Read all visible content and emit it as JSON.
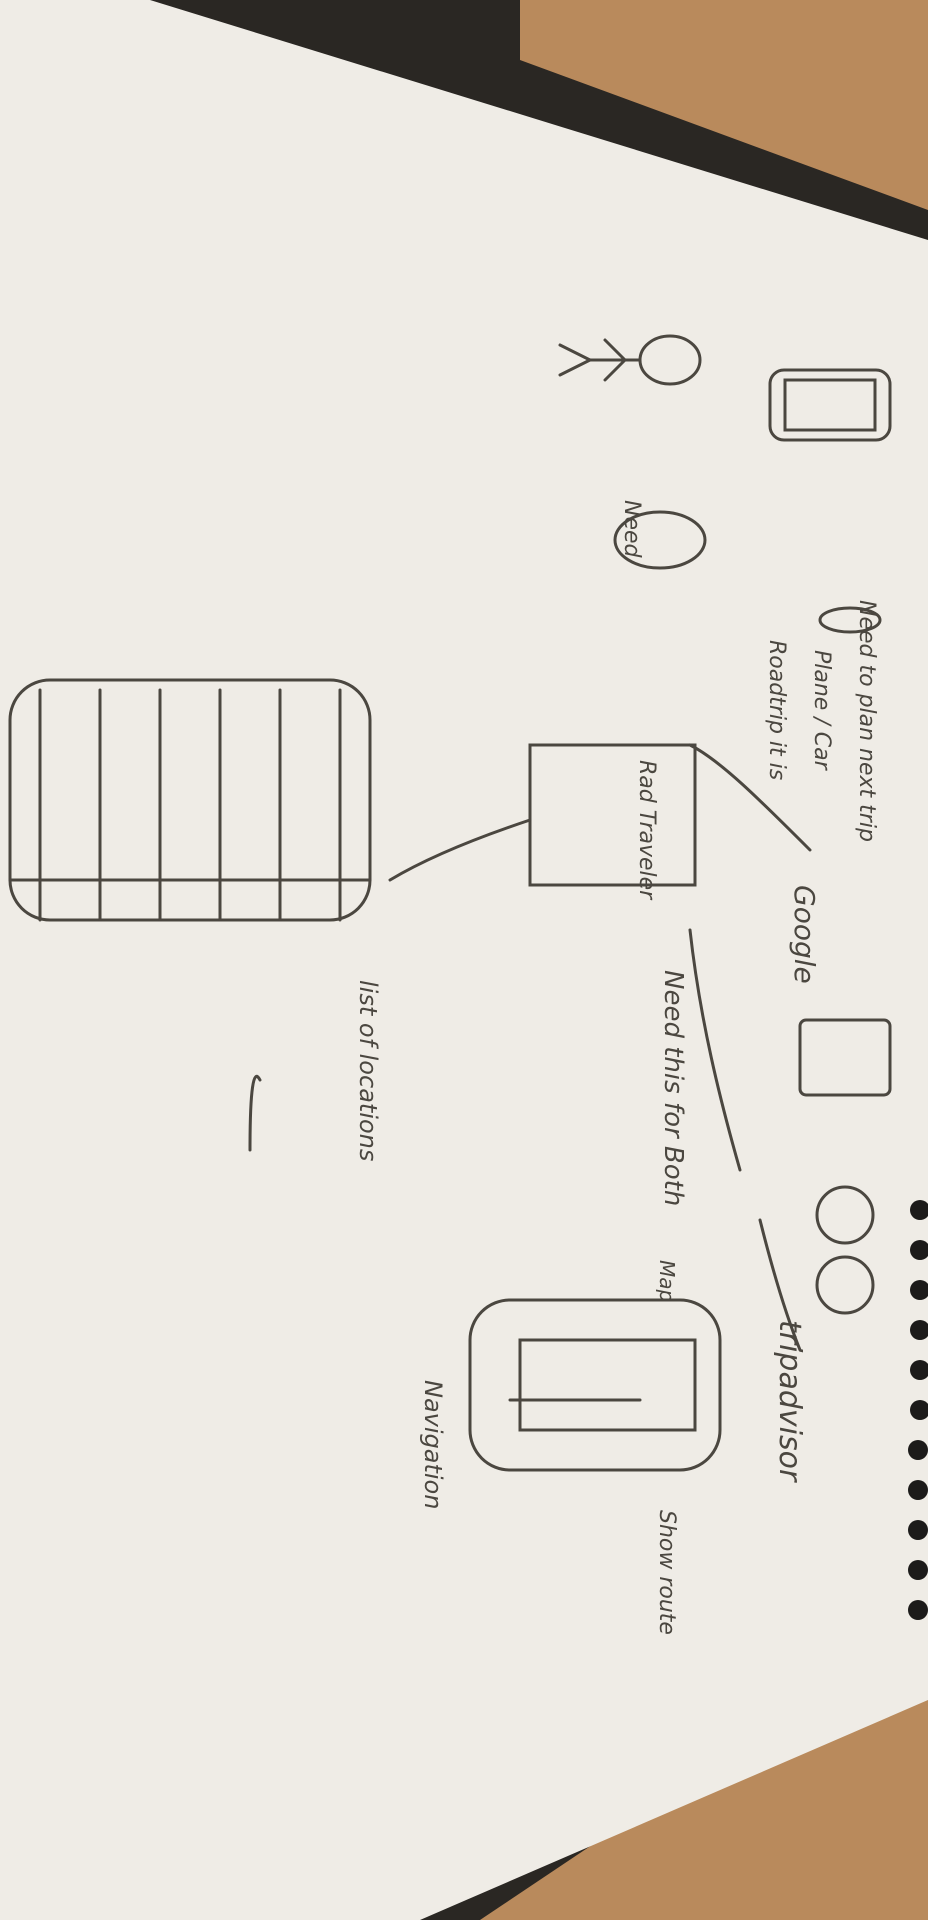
{
  "colors": {
    "desk": "#b98a5c",
    "desk_dark": "#2a2723",
    "paper": "#efece6",
    "ink": "#4b4740",
    "rings": "#1c1b1a"
  },
  "notes": {
    "need_to_plan": "Need to plan next trip",
    "plane_car": "Plane / Car",
    "roadtrip": "Roadtrip it is",
    "need": "Need",
    "google": "Google",
    "tripadvisor": "tripadvisor",
    "need_this_for_both": "Need this for Both",
    "rad_traveler": "Rad Traveler",
    "list_of_locations": "list of locations",
    "map": "Map",
    "show_route": "Show route",
    "navigation": "Navigation"
  },
  "icons": [
    "phone-sketch-icon",
    "person-sketch-icon",
    "google-maps-icon",
    "tripadvisor-owl-icon",
    "car-sketch-icon",
    "pin-sketch-icon"
  ]
}
